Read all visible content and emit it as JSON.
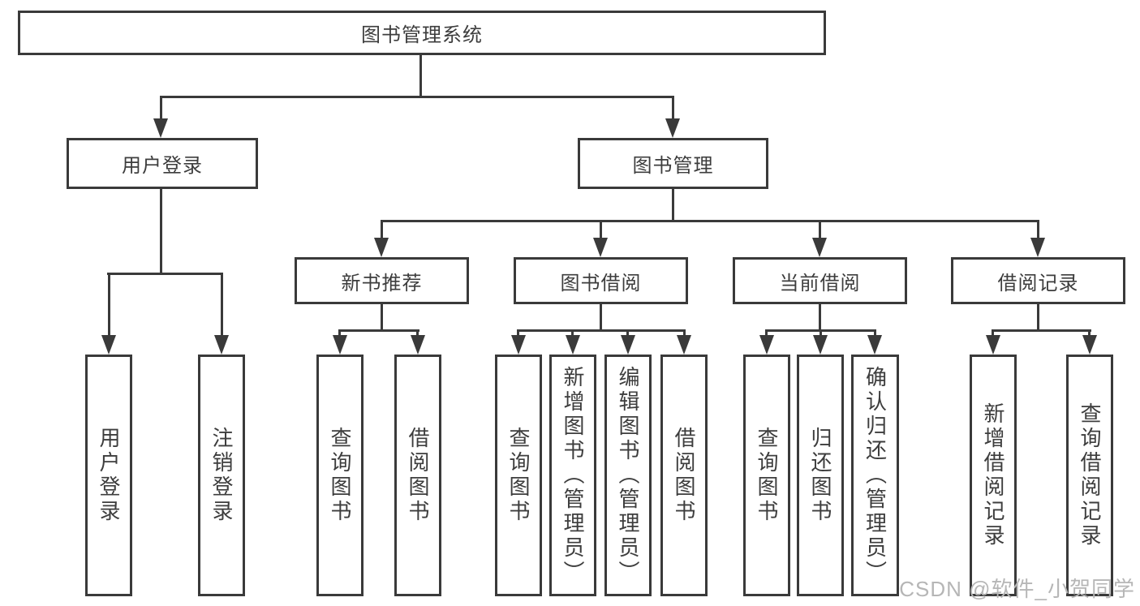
{
  "colors": {
    "line": "#3a3a3a",
    "text": "#3d3d3d",
    "watermark": "#b6b6b6",
    "background": "#ffffff"
  },
  "diagram": {
    "root": {
      "label": "图书管理系统"
    },
    "level2": [
      {
        "label": "用户登录"
      },
      {
        "label": "图书管理"
      }
    ],
    "level3": [
      {
        "label": "新书推荐"
      },
      {
        "label": "图书借阅"
      },
      {
        "label": "当前借阅"
      },
      {
        "label": "借阅记录"
      }
    ],
    "leaves": [
      {
        "label": "用户登录"
      },
      {
        "label": "注销登录"
      },
      {
        "label": "查询图书"
      },
      {
        "label": "借阅图书"
      },
      {
        "label": "查询图书"
      },
      {
        "label": "新增图书（管理员）"
      },
      {
        "label": "编辑图书（管理员）"
      },
      {
        "label": "借阅图书"
      },
      {
        "label": "查询图书"
      },
      {
        "label": "归还图书"
      },
      {
        "label": "确认归还（管理员）"
      },
      {
        "label": "新增借阅记录"
      },
      {
        "label": "查询借阅记录"
      }
    ]
  },
  "watermark": {
    "text": "CSDN @软件_小贺同学"
  }
}
